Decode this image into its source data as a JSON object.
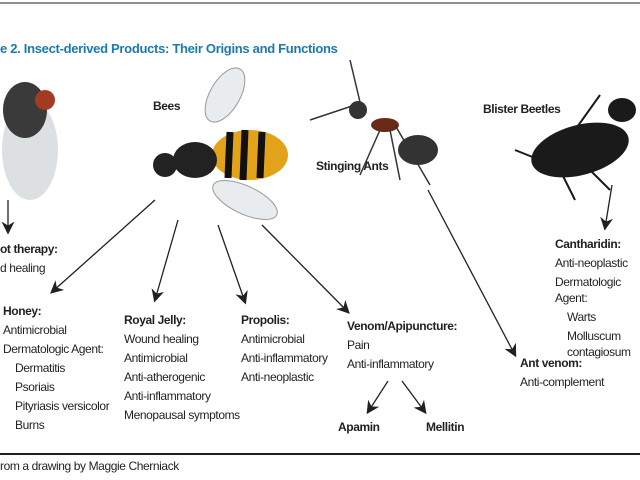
{
  "title": "e 2. Insect-derived Products: Their Origins and Functions",
  "caption": "rom a drawing by Maggie Cherniack",
  "insects": {
    "bees": "Bees",
    "ants": "Stinging Ants",
    "beetles": "Blister Beetles"
  },
  "maggot": {
    "heading": "ot therapy:",
    "items": [
      "d healing"
    ]
  },
  "honey": {
    "heading": "Honey:",
    "items": [
      "Antimicrobial",
      "Dermatologic Agent:"
    ],
    "sub": [
      "Dermatitis",
      "Psoriais",
      "Pityriasis versicolor",
      "Burns"
    ]
  },
  "royal_jelly": {
    "heading": "Royal Jelly:",
    "items": [
      "Wound healing",
      "Antimicrobial",
      "Anti-atherogenic",
      "Anti-inflammatory",
      "Menopausal symptoms"
    ]
  },
  "propolis": {
    "heading": "Propolis:",
    "items": [
      "Antimicrobial",
      "Anti-inflammatory",
      "Anti-neoplastic"
    ]
  },
  "venom": {
    "heading": "Venom/Apipuncture:",
    "items": [
      "Pain",
      "Anti-inflammatory"
    ],
    "apamin": "Apamin",
    "mellitin": "Mellitin"
  },
  "ant_venom": {
    "heading": "Ant venom:",
    "items": [
      "Anti-complement"
    ]
  },
  "cantharidin": {
    "heading": "Cantharidin:",
    "items": [
      "Anti-neoplastic",
      "Dermatologic Agent:"
    ],
    "sub": [
      "Warts",
      "Molluscum contagiosum"
    ]
  }
}
